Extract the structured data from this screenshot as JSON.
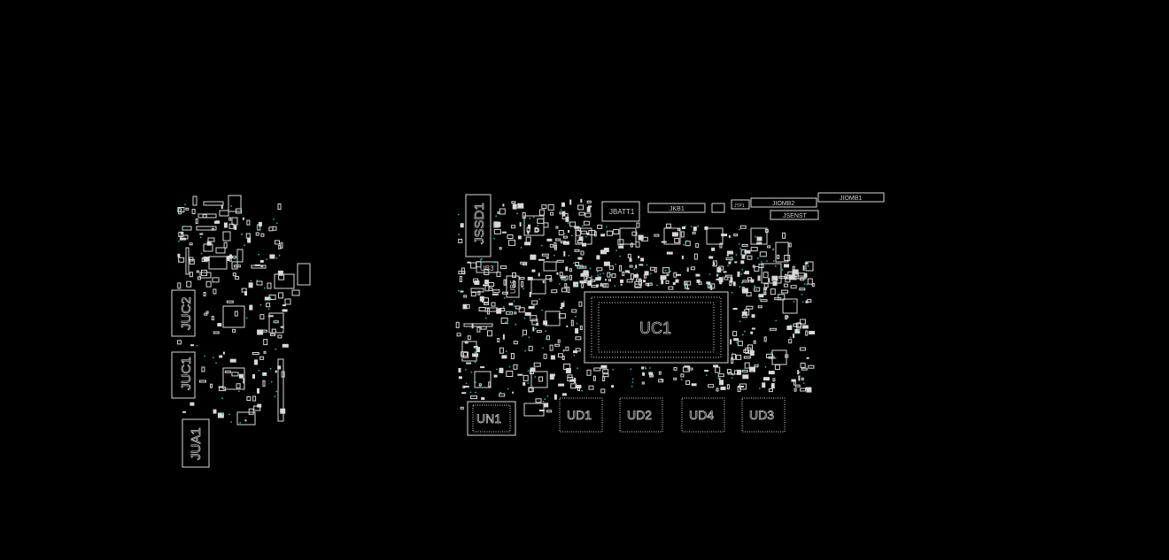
{
  "colors": {
    "background": "#000000",
    "silkscreen": "#d8d8d8",
    "via": "#27b3b3"
  },
  "boards": {
    "left_board": {
      "components": {
        "juc2": "JUC2",
        "juc1": "JUC1",
        "jua1": "JUA1"
      }
    },
    "main_board": {
      "components": {
        "jssd1": "JSSD1",
        "ub3": "UB3",
        "ub5": "UB5",
        "jbatt1": "JBATT1",
        "jkb1": "JKB1",
        "jtp1": "JTP1",
        "jiomb2": "JIOMB2",
        "jiomb1": "JIOMB1",
        "jsenst": "JSENST",
        "uc1": "UC1",
        "ud1": "UD1",
        "ud2": "UD2",
        "ud4": "UD4",
        "ud3": "UD3",
        "un1": "UN1"
      }
    }
  }
}
